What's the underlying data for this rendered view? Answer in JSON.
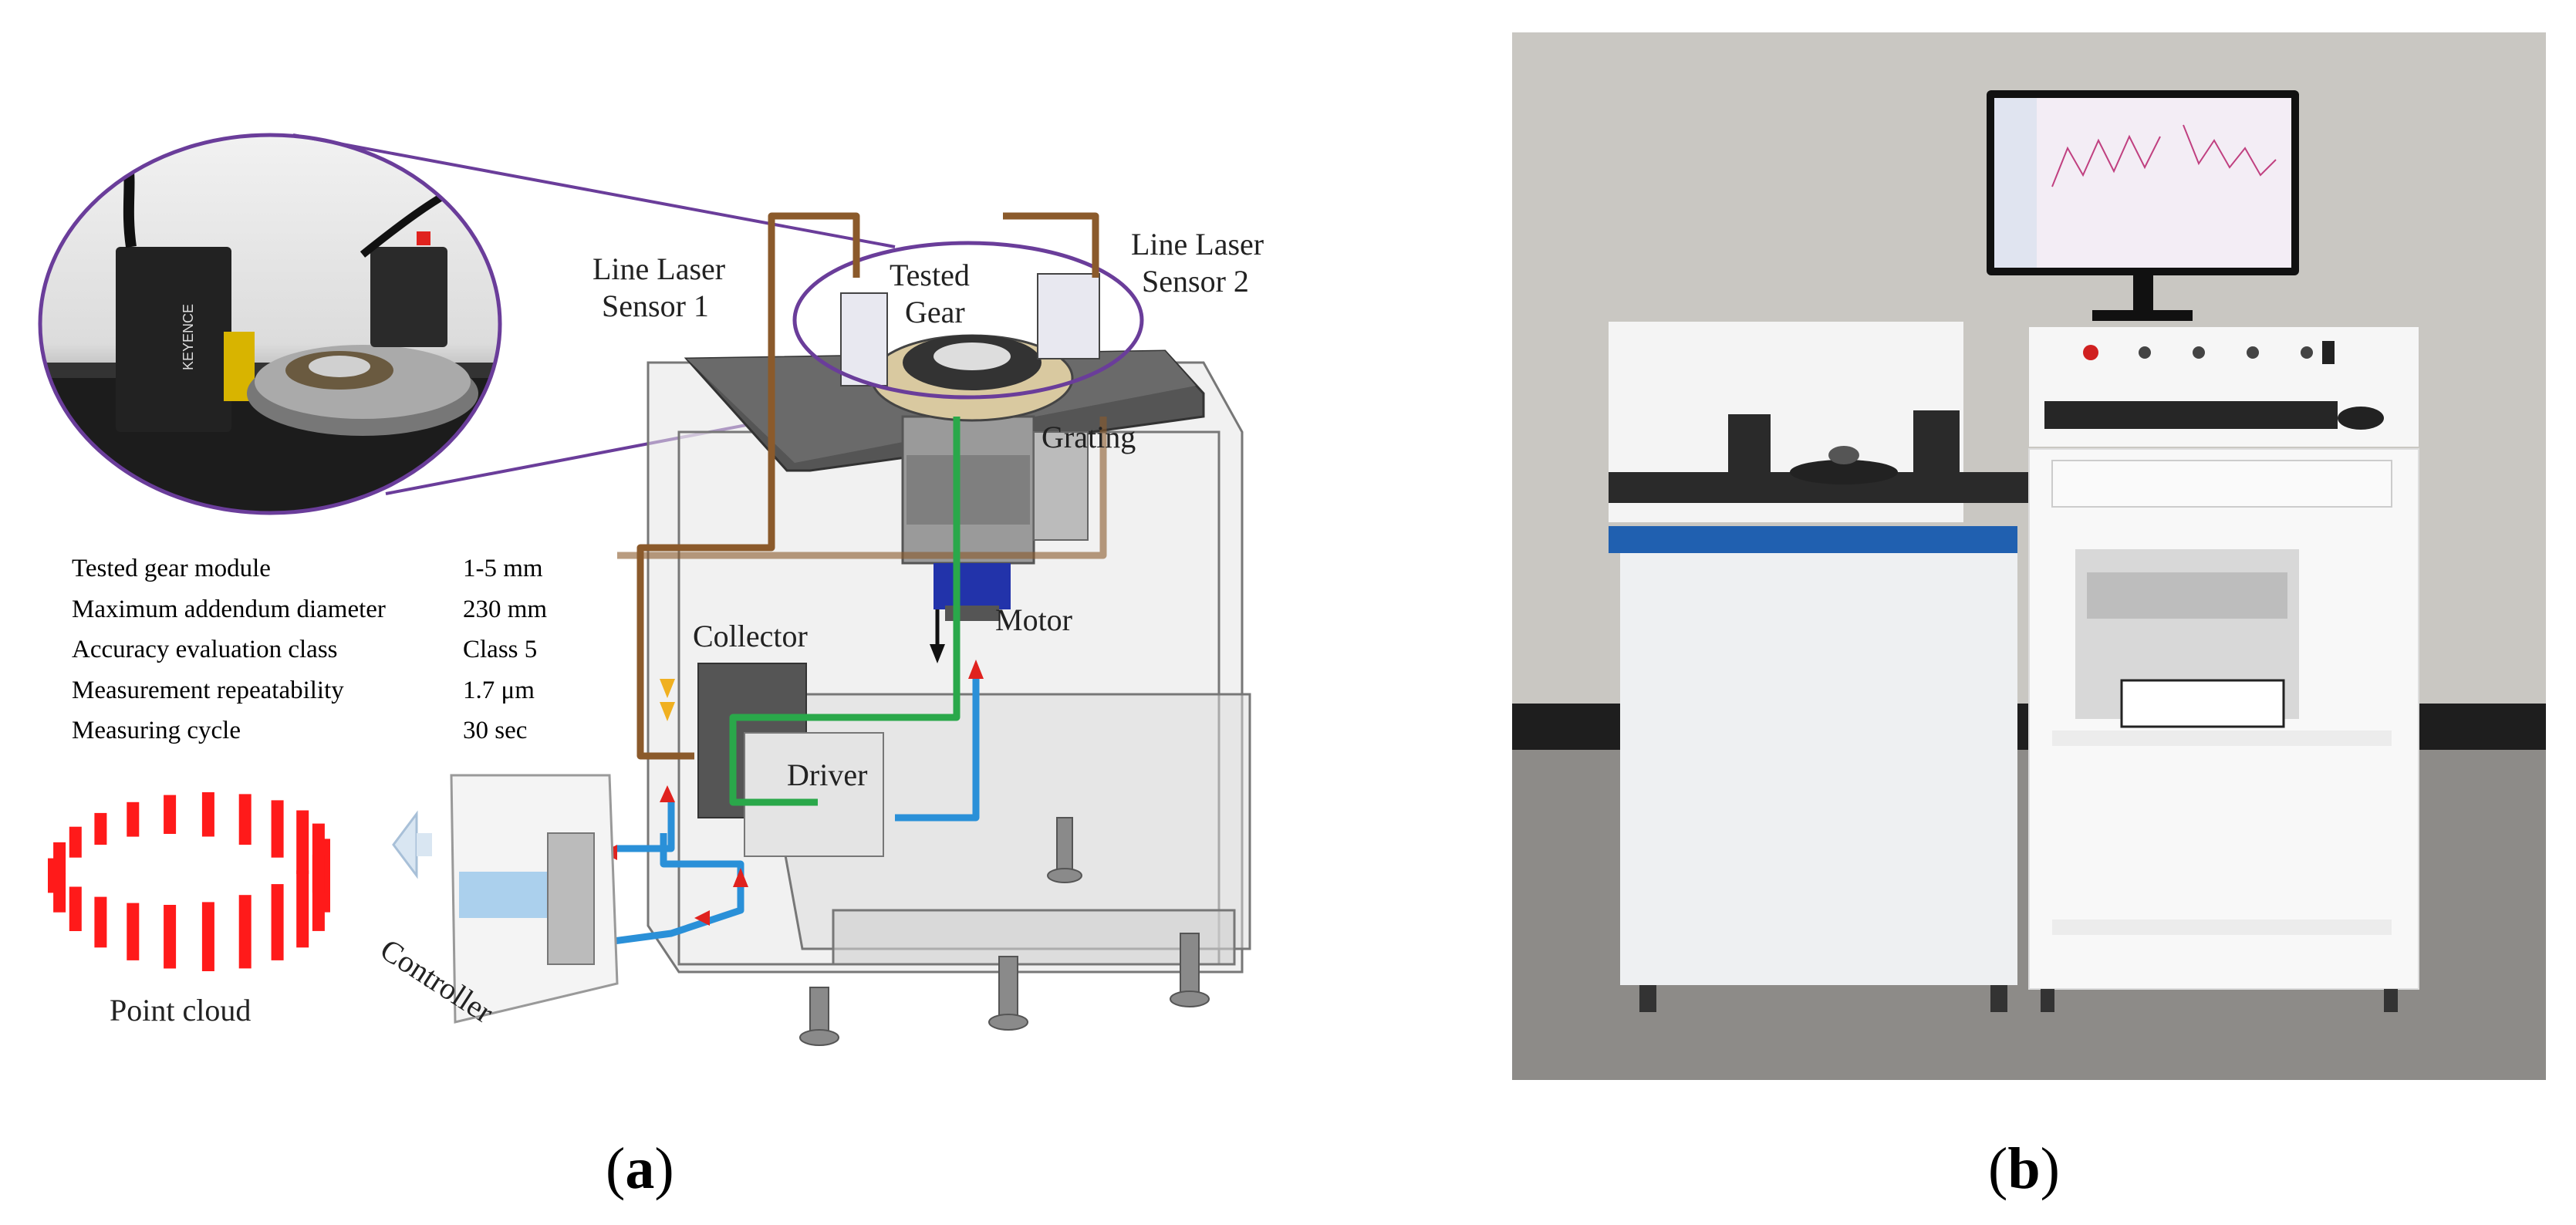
{
  "panel_a": {
    "labels": {
      "sensor1": [
        "Line Laser",
        "Sensor 1"
      ],
      "tested_gear": [
        "Tested",
        "Gear"
      ],
      "sensor2": [
        "Line Laser",
        "Sensor 2"
      ],
      "grating": "Grating",
      "collector": "Collector",
      "motor": "Motor",
      "driver": "Driver",
      "controller": "Controller",
      "point_cloud": "Point cloud"
    },
    "specs": [
      {
        "label": "Tested gear module",
        "value": "1-5 mm"
      },
      {
        "label": "Maximum addendum diameter",
        "value": "230 mm"
      },
      {
        "label": "Accuracy evaluation class",
        "value": "Class 5"
      },
      {
        "label": "Measurement repeatability",
        "value": "1.7 μm"
      },
      {
        "label": "Measuring cycle",
        "value": "30 sec"
      }
    ],
    "photo_inset_brand": "KEYENCE",
    "colors": {
      "ellipse": "#6a3d9a",
      "green_line": "#2aa84a",
      "blue_line": "#2a90d8",
      "brown_line": "#8b5a2b",
      "red_arrow": "#e0221e",
      "yellow_arrow": "#f0b020",
      "point_cloud": "#ff1a1a"
    }
  },
  "captions": {
    "a": {
      "open": "(",
      "letter": "a",
      "close": ")"
    },
    "b": {
      "open": "(",
      "letter": "b",
      "close": ")"
    }
  }
}
